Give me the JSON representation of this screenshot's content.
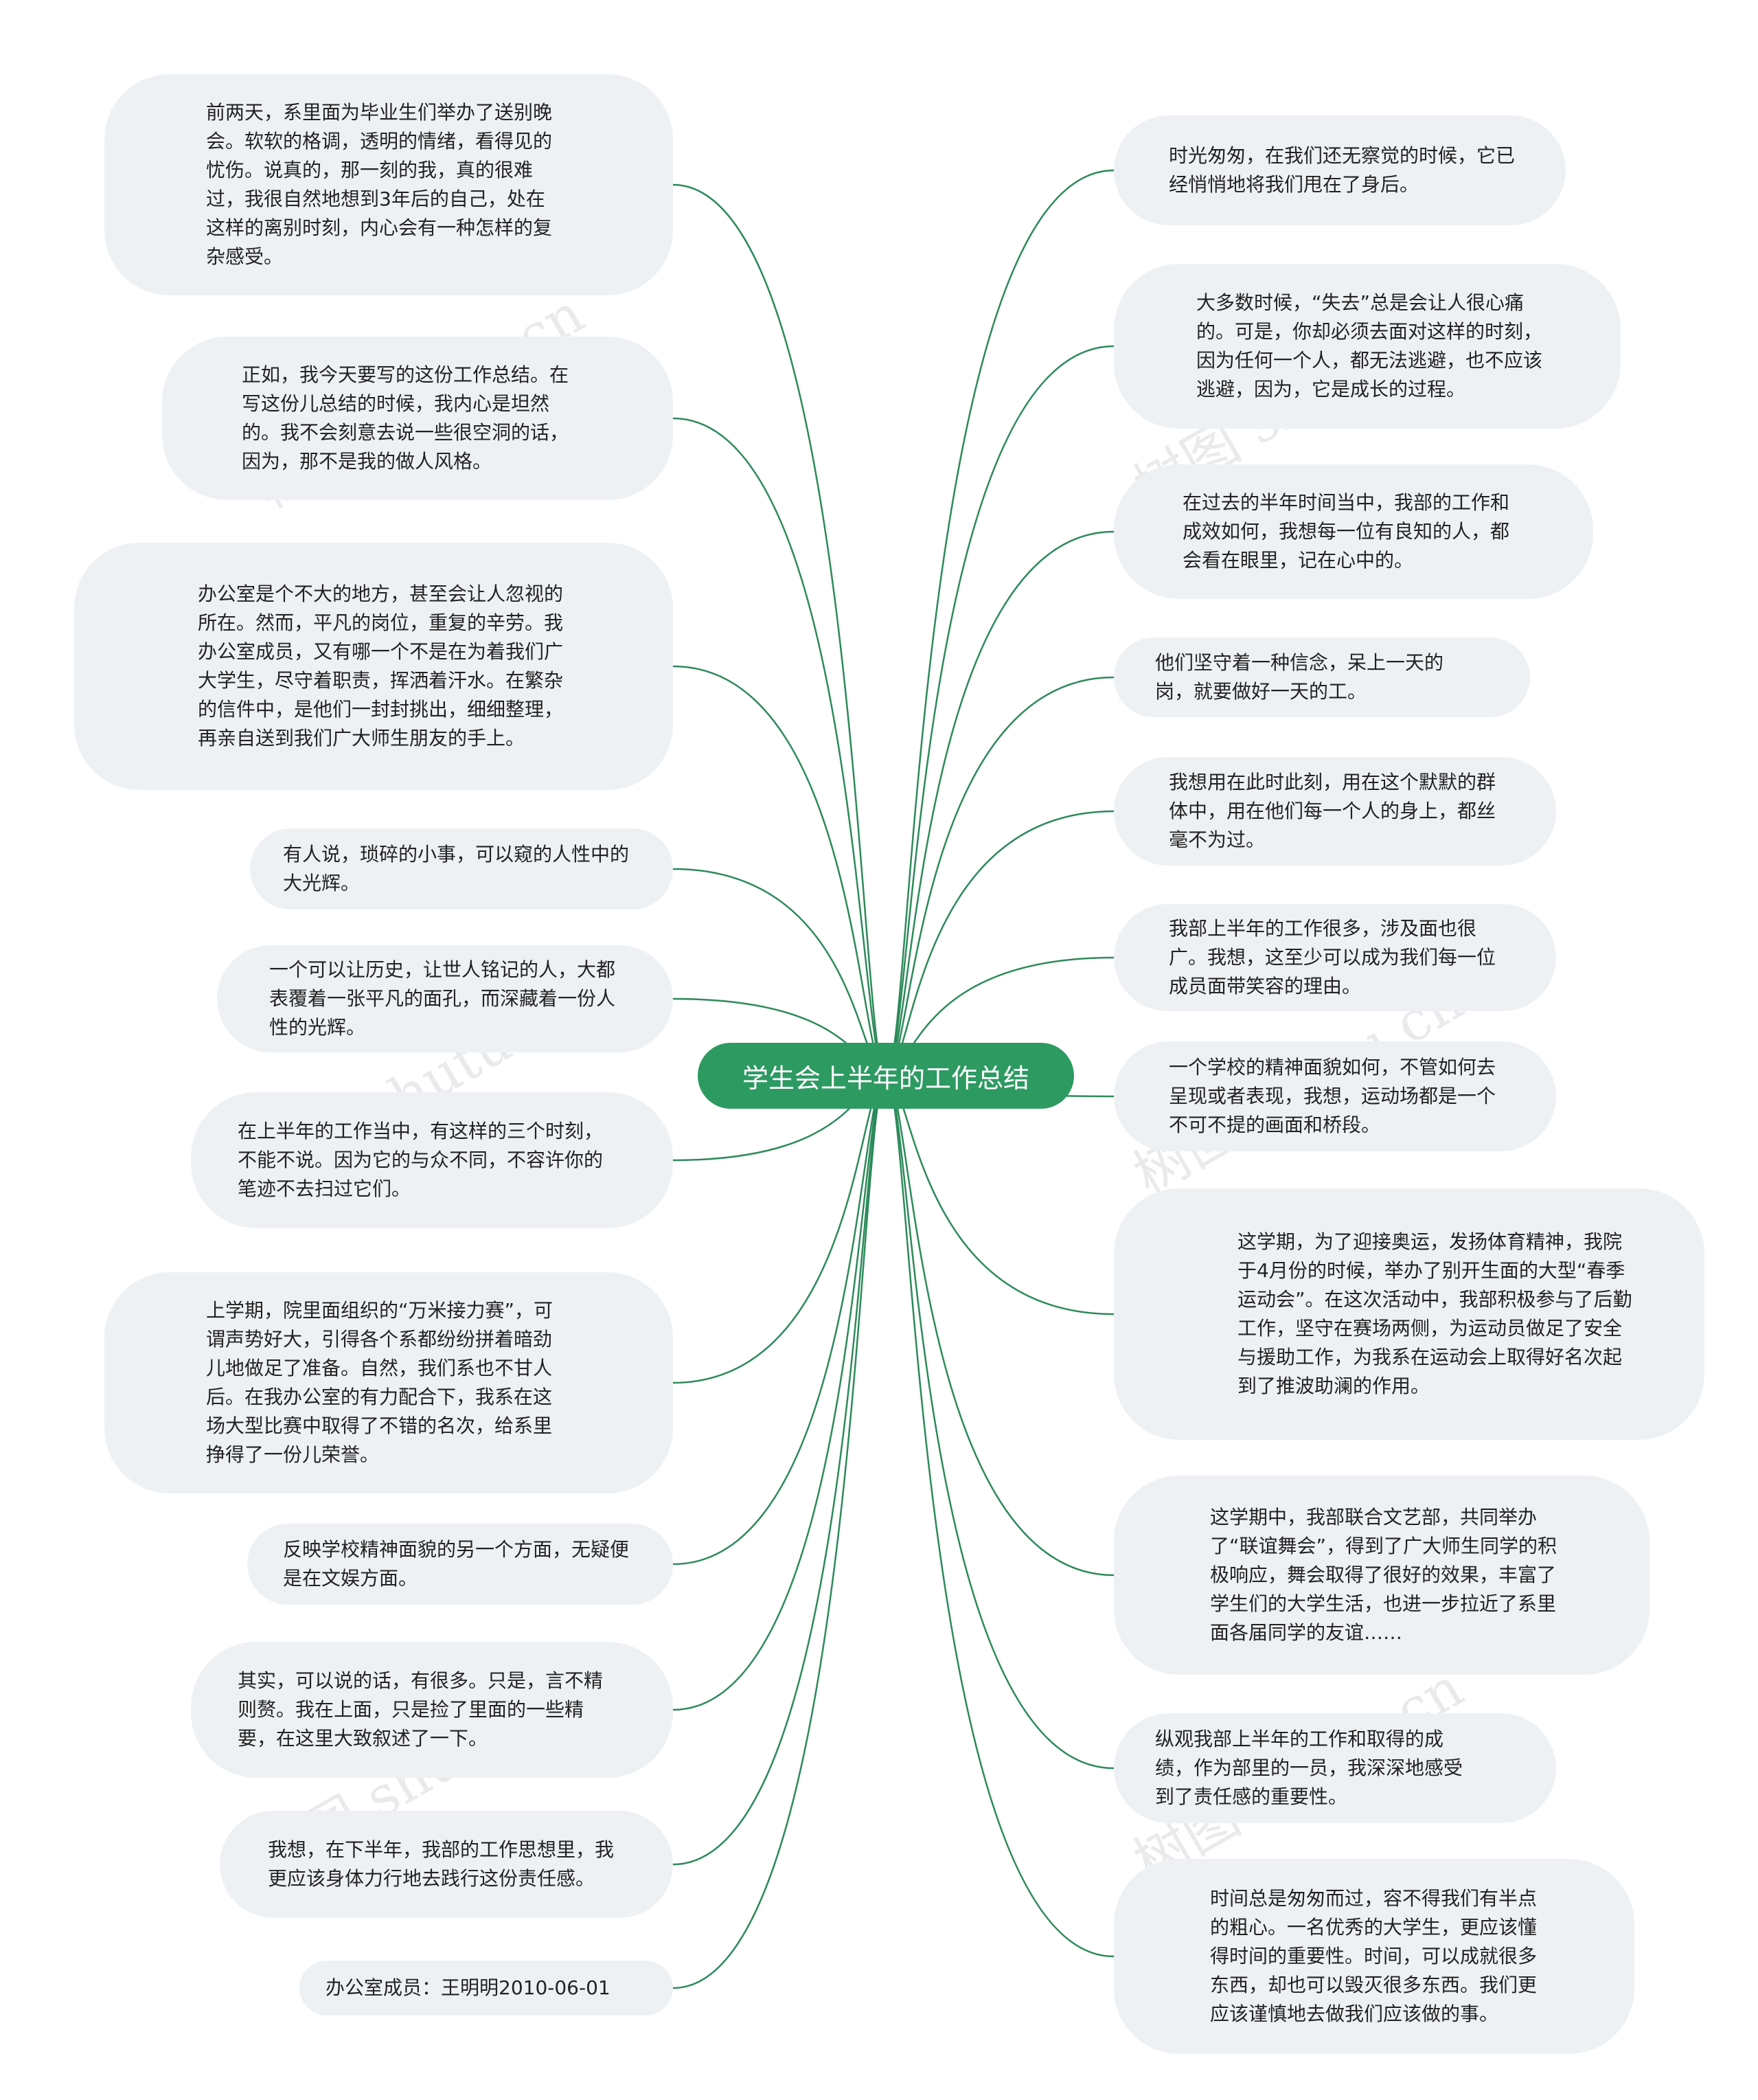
{
  "center": "学生会上半年的工作总结",
  "colors": {
    "accent": "#2d9a62",
    "line": "#2d8a5a",
    "node_bg": "#eef1f4"
  },
  "watermark": "树图 shutu.cn",
  "left": [
    "前两天，系里面为毕业生们举办了送别晚会。软软的格调，透明的情绪，看得见的忧伤。说真的，那一刻的我，真的很难过，我很自然地想到3年后的自己，处在这样的离别时刻，内心会有一种怎样的复杂感受。",
    "正如，我今天要写的这份工作总结。在写这份儿总结的时候，我内心是坦然的。我不会刻意去说一些很空洞的话，因为，那不是我的做人风格。",
    "办公室是个不大的地方，甚至会让人忽视的所在。然而，平凡的岗位，重复的辛劳。我办公室成员，又有哪一个不是在为着我们广大学生，尽守着职责，挥洒着汗水。在繁杂的信件中，是他们一封封挑出，细细整理，再亲自送到我们广大师生朋友的手上。",
    "有人说，琐碎的小事，可以窥的人性中的大光辉。",
    "一个可以让历史，让世人铭记的人，大都表覆着一张平凡的面孔，而深藏着一份人性的光辉。",
    "在上半年的工作当中，有这样的三个时刻，不能不说。因为它的与众不同，不容许你的笔迹不去扫过它们。",
    "上学期，院里面组织的“万米接力赛”，可谓声势好大，引得各个系都纷纷拼着暗劲儿地做足了准备。自然，我们系也不甘人后。在我办公室的有力配合下，我系在这场大型比赛中取得了不错的名次，给系里挣得了一份儿荣誉。",
    "反映学校精神面貌的另一个方面，无疑便是在文娱方面。",
    "其实，可以说的话，有很多。只是，言不精则赘。我在上面，只是捡了里面的一些精要，在这里大致叙述了一下。",
    "我想，在下半年，我部的工作思想里，我更应该身体力行地去践行这份责任感。",
    "办公室成员：王明明2010-06-01"
  ],
  "right": [
    "时光匆匆，在我们还无察觉的时候，它已经悄悄地将我们甩在了身后。",
    "大多数时候，“失去”总是会让人很心痛的。可是，你却必须去面对这样的时刻，因为任何一个人，都无法逃避，也不应该逃避，因为，它是成长的过程。",
    "在过去的半年时间当中，我部的工作和成效如何，我想每一位有良知的人，都会看在眼里，记在心中的。",
    "他们坚守着一种信念，呆上一天的岗，就要做好一天的工。",
    "我想用在此时此刻，用在这个默默的群体中，用在他们每一个人的身上，都丝毫不为过。",
    "我部上半年的工作很多，涉及面也很广。我想，这至少可以成为我们每一位成员面带笑容的理由。",
    "一个学校的精神面貌如何，不管如何去呈现或者表现，我想，运动场都是一个不可不提的画面和桥段。",
    "这学期，为了迎接奥运，发扬体育精神，我院于4月份的时候，举办了别开生面的大型“春季运动会”。在这次活动中，我部积极参与了后勤工作，坚守在赛场两侧，为运动员做足了安全与援助工作，为我系在运动会上取得好名次起到了推波助澜的作用。",
    "这学期中，我部联合文艺部，共同举办了“联谊舞会”，得到了广大师生同学的积极响应，舞会取得了很好的效果，丰富了学生们的大学生活，也进一步拉近了系里面各届同学的友谊……",
    "纵观我部上半年的工作和取得的成绩，作为部里的一员，我深深地感受到了责任感的重要性。",
    "时间总是匆匆而过，容不得我们有半点的粗心。一名优秀的大学生，更应该懂得时间的重要性。时间，可以成就很多东西，却也可以毁灭很多东西。我们更应该谨慎地去做我们应该做的事。"
  ]
}
